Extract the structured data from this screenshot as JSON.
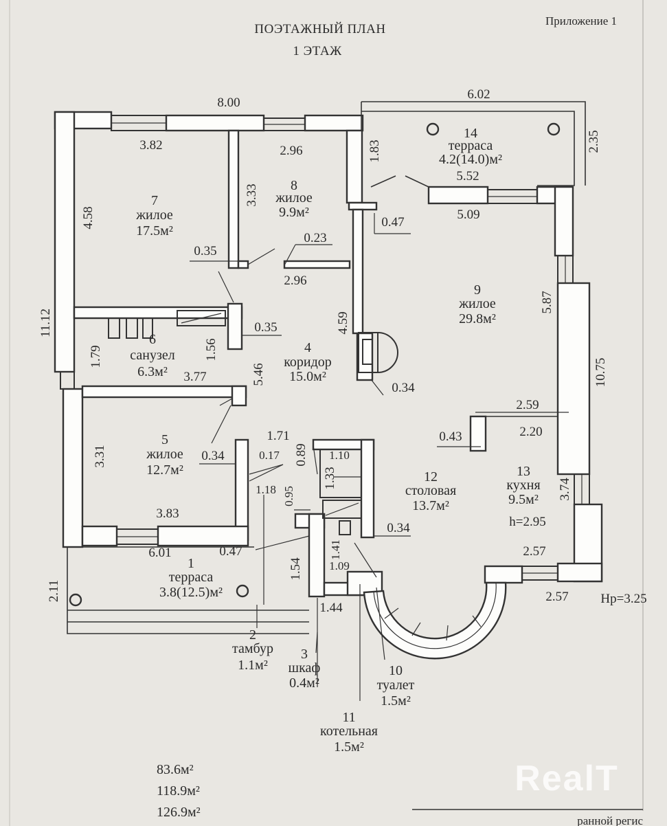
{
  "header": {
    "title": "ПОЭТАЖНЫЙ ПЛАН",
    "floor": "1 ЭТАЖ",
    "appendix": "Приложение 1"
  },
  "rooms": [
    {
      "num": "1",
      "name": "терраса",
      "area": "3.8(12.5)м²"
    },
    {
      "num": "2",
      "name": "тамбур",
      "area": "1.1м²"
    },
    {
      "num": "3",
      "name": "шкаф",
      "area": "0.4м²"
    },
    {
      "num": "4",
      "name": "коридор",
      "area": "15.0м²"
    },
    {
      "num": "5",
      "name": "жилое",
      "area": "12.7м²"
    },
    {
      "num": "6",
      "name": "санузел",
      "area": "6.3м²"
    },
    {
      "num": "7",
      "name": "жилое",
      "area": "17.5м²"
    },
    {
      "num": "8",
      "name": "жилое",
      "area": "9.9м²"
    },
    {
      "num": "9",
      "name": "жилое",
      "area": "29.8м²"
    },
    {
      "num": "10",
      "name": "туалет",
      "area": "1.5м²"
    },
    {
      "num": "11",
      "name": "котельная",
      "area": "1.5м²"
    },
    {
      "num": "12",
      "name": "столовая",
      "area": "13.7м²"
    },
    {
      "num": "13",
      "name": "кухня",
      "area": "9.5м²"
    },
    {
      "num": "14",
      "name": "терраса",
      "area": "4.2(14.0)м²"
    }
  ],
  "kitchen_height": "h=2.95",
  "floor_height": "Нр=3.25",
  "dimensions": [
    "8.00",
    "6.02",
    "3.82",
    "2.96",
    "1.83",
    "2.35",
    "5.52",
    "4.58",
    "3.33",
    "0.47",
    "5.09",
    "0.35",
    "0.23",
    "2.96",
    "11.12",
    "0.35",
    "4.59",
    "5.87",
    "10.75",
    "1.79",
    "1.56",
    "3.77",
    "5.46",
    "0.34",
    "2.59",
    "2.20",
    "0.43",
    "3.31",
    "1.71",
    "0.34",
    "0.17",
    "0.89",
    "1.10",
    "1.33",
    "3.74",
    "1.18",
    "0.95",
    "3.83",
    "0.34",
    "1.41",
    "6.01",
    "0.47",
    "1.54",
    "1.09",
    "2.57",
    "2.11",
    "1.44",
    "2.57"
  ],
  "totals": [
    "83.6м²",
    "118.9м²",
    "126.9м²"
  ],
  "watermark": "RealT",
  "footer_fragment": "ранной регис"
}
